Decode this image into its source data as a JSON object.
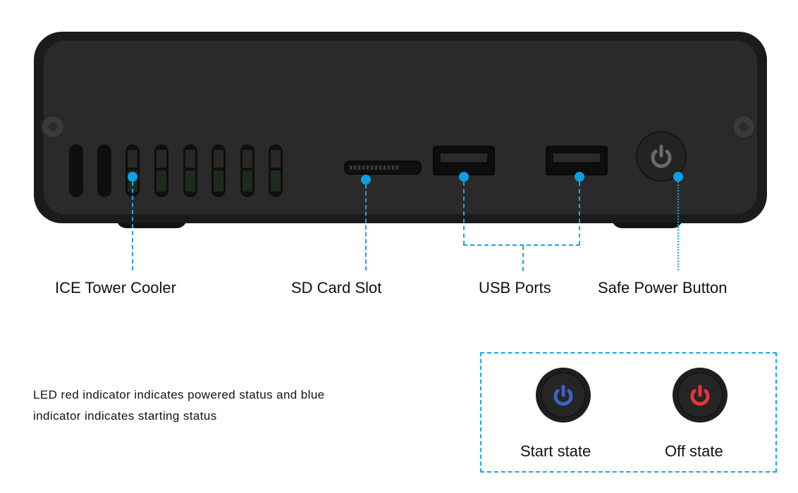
{
  "device": {
    "components": [
      {
        "id": "ice-tower-cooler",
        "label": "ICE Tower Cooler"
      },
      {
        "id": "sd-card-slot",
        "label": "SD Card Slot"
      },
      {
        "id": "usb-ports",
        "label": "USB Ports"
      },
      {
        "id": "safe-power-button",
        "label": "Safe Power Button"
      }
    ],
    "vent_count": 8,
    "usb_port_count": 2
  },
  "description": {
    "line1": "LED red indicator indicates powered status and blue",
    "line2": "indicator indicates starting status"
  },
  "states": [
    {
      "label": "Start state",
      "color": "#3d63c4",
      "icon": "power-icon"
    },
    {
      "label": "Off state",
      "color": "#e8323c",
      "icon": "power-icon"
    }
  ],
  "colors": {
    "callout": "#1ea5e0",
    "dot": "#0aa0e6",
    "power_idle": "#6b6b6b"
  }
}
